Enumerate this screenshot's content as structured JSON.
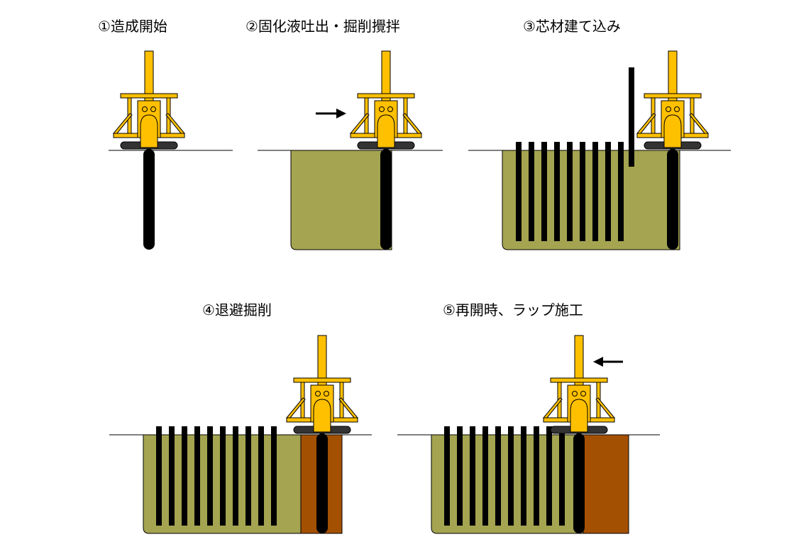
{
  "steps": [
    {
      "label": "①造成開始"
    },
    {
      "label": "②固化液吐出・掘削攪拌"
    },
    {
      "label": "③芯材建て込み"
    },
    {
      "label": "④退避掘削"
    },
    {
      "label": "⑤再開時、ラップ施工"
    }
  ],
  "colors": {
    "machine": "#ffc000",
    "soil_improved": "#a5a451",
    "soil_refill": "#a45003",
    "core": "#000000",
    "crawler": "#333333",
    "ground": "#000000",
    "background": "#ffffff"
  },
  "icons": {
    "machine": "drilling-rig-icon",
    "arrow": "direction-arrow-icon"
  }
}
